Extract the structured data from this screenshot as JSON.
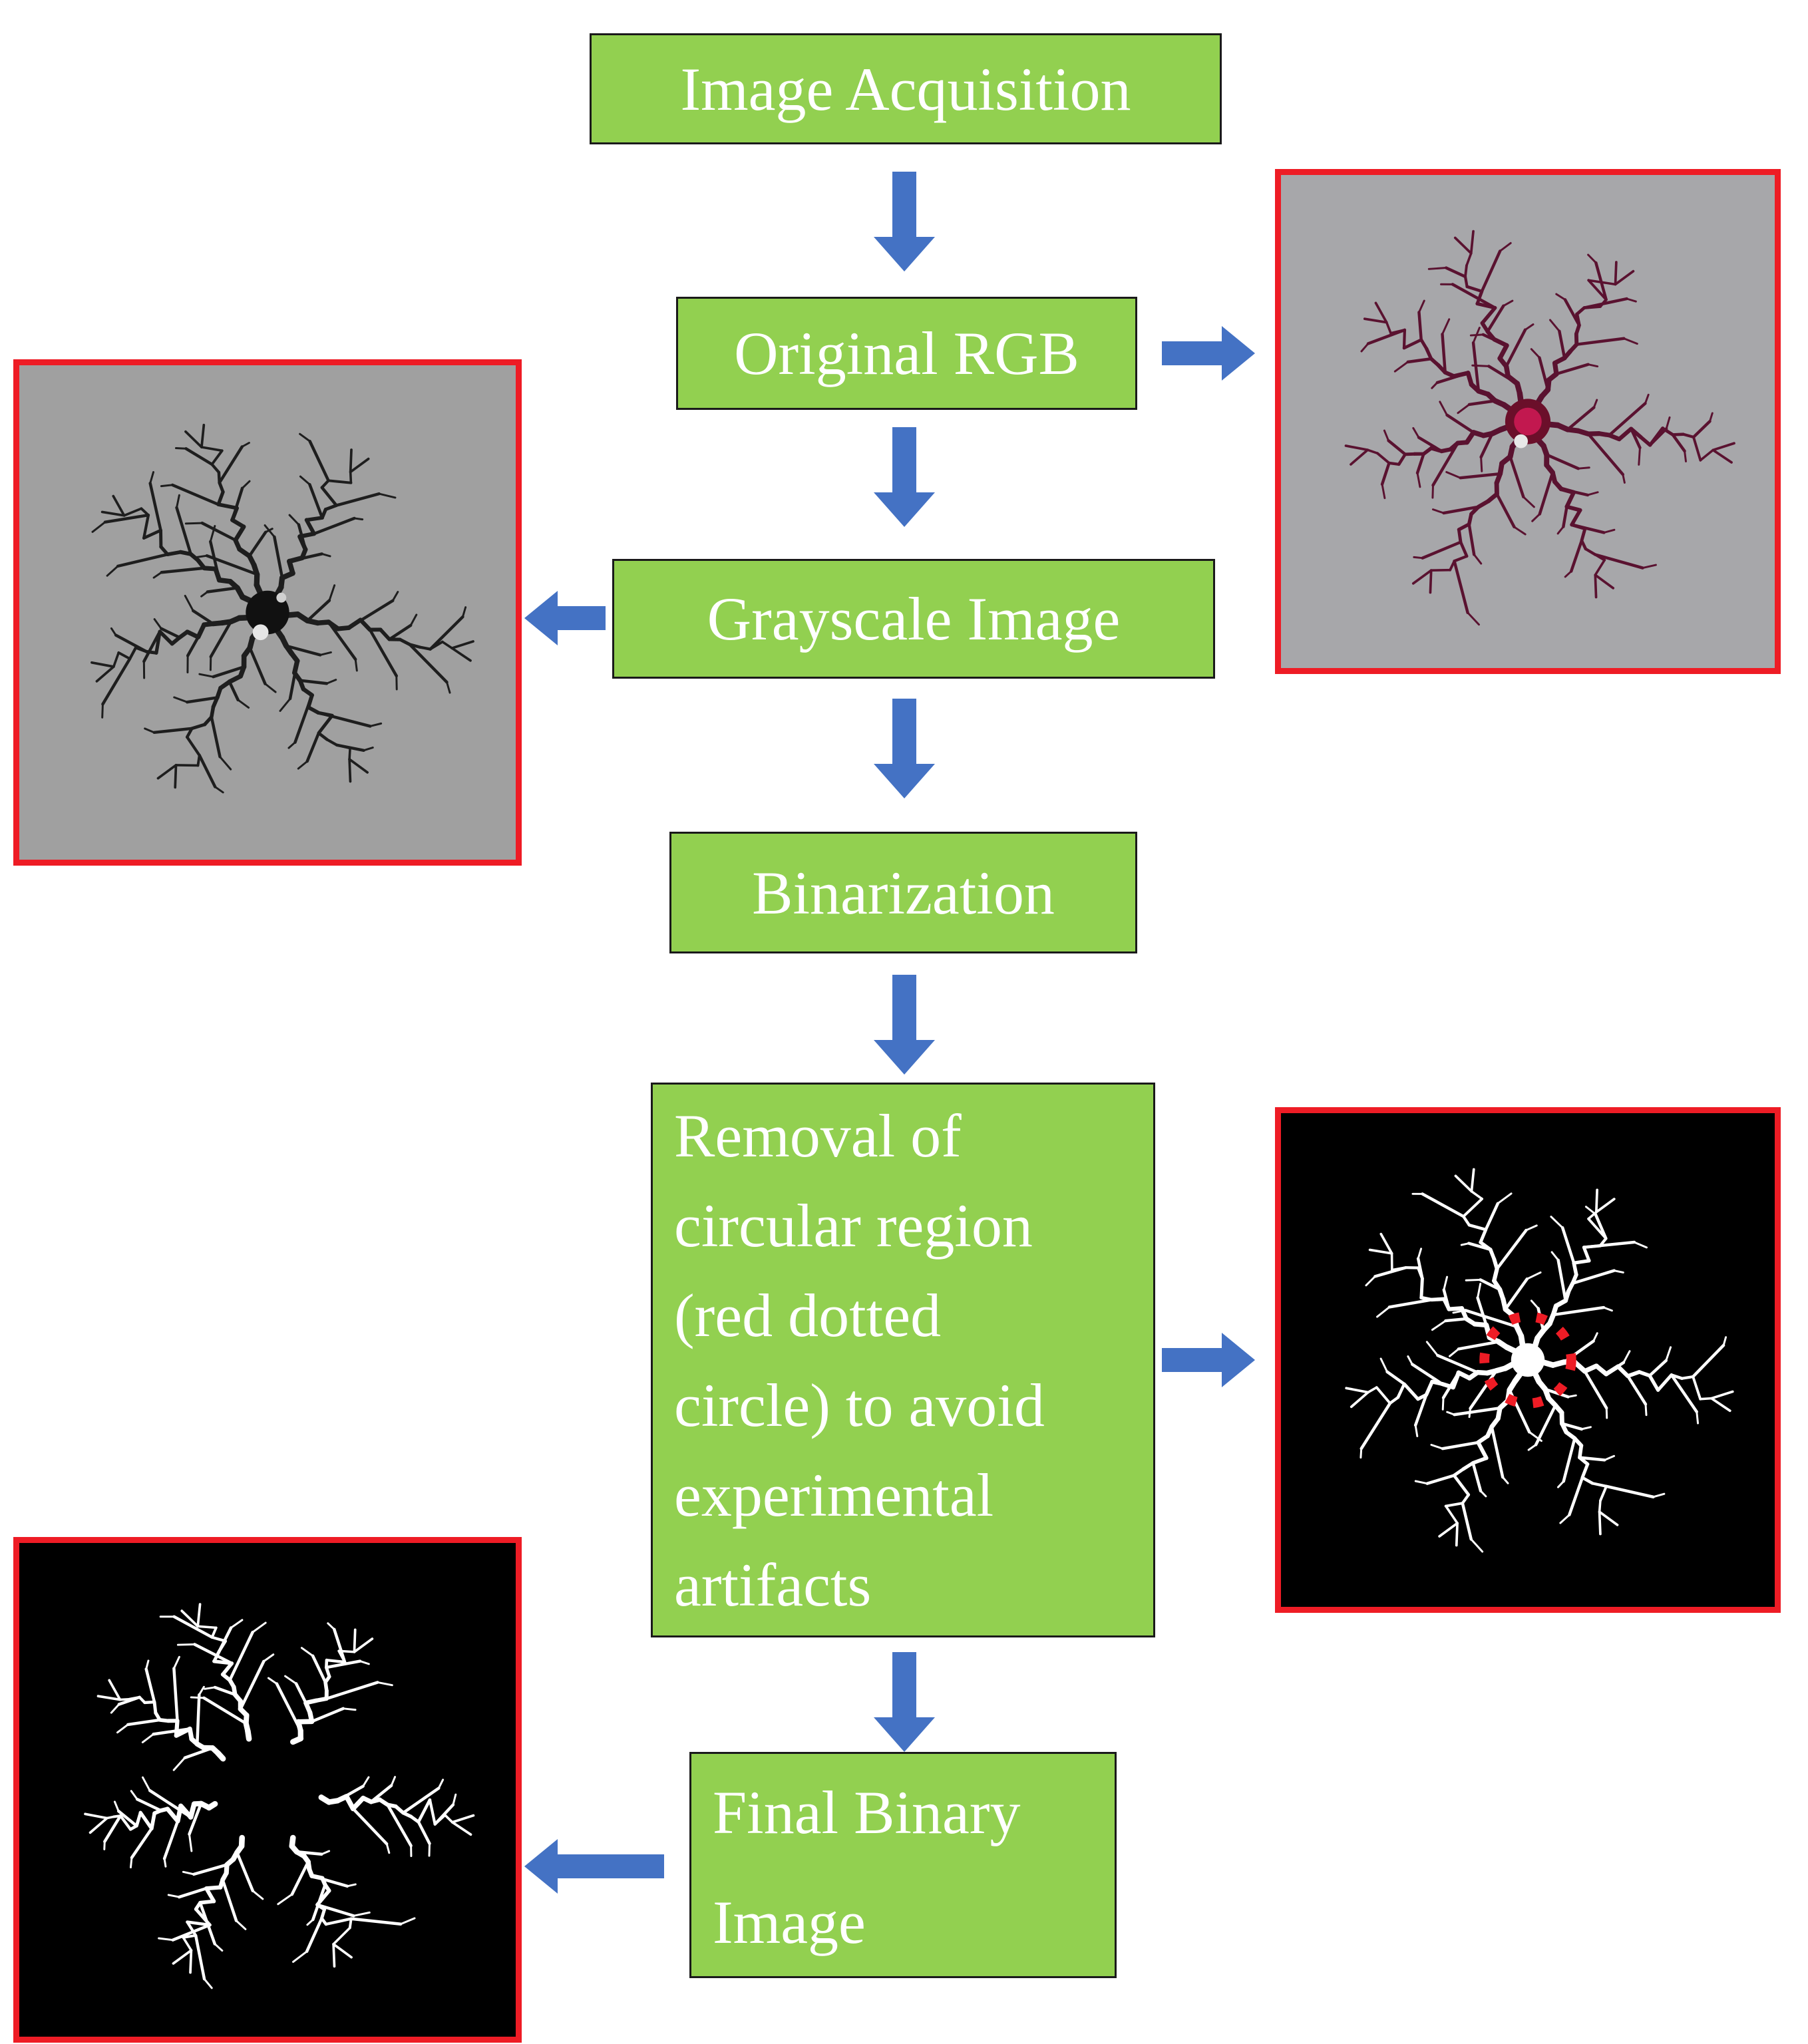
{
  "colors": {
    "box_fill": "#92d050",
    "box_border": "#1a1a1a",
    "box_text": "#ffffff",
    "arrow": "#4472c4",
    "panel_border": "#ee1c25",
    "photo_bg": "#a7a7aa",
    "grayscale_bg": "#a0a0a0",
    "crack_rgb": "#5a1230",
    "crack_gray": "#1e1e1e",
    "binary_bg": "#000000",
    "binary_fg": "#ffffff",
    "removal_dots": "#ee1c25"
  },
  "steps": {
    "image_acquisition": "Image Acquisition",
    "original_rgb": "Original RGB",
    "grayscale": "Grayscale Image",
    "binarization": "Binarization",
    "removal_lines": [
      "Removal of",
      "circular region",
      "(red dotted",
      "circle) to avoid",
      "experimental",
      "artifacts"
    ],
    "final_lines": [
      "Final Binary",
      "Image"
    ]
  },
  "icons": {
    "down_arrow": "down-arrow-icon",
    "right_arrow": "right-arrow-icon",
    "left_arrow": "left-arrow-icon"
  }
}
